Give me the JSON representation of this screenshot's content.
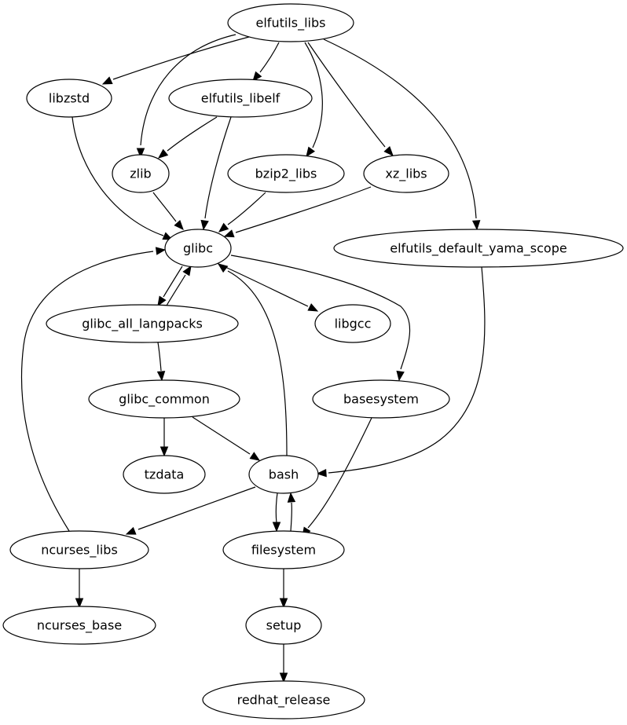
{
  "graph": {
    "type": "directed-dependency-graph",
    "nodes": [
      {
        "id": "elfutils_libs",
        "label": "elfutils_libs"
      },
      {
        "id": "libzstd",
        "label": "libzstd"
      },
      {
        "id": "elfutils_libelf",
        "label": "elfutils_libelf"
      },
      {
        "id": "zlib",
        "label": "zlib"
      },
      {
        "id": "bzip2_libs",
        "label": "bzip2_libs"
      },
      {
        "id": "xz_libs",
        "label": "xz_libs"
      },
      {
        "id": "glibc",
        "label": "glibc"
      },
      {
        "id": "elfutils_default_yama_scope",
        "label": "elfutils_default_yama_scope"
      },
      {
        "id": "glibc_all_langpacks",
        "label": "glibc_all_langpacks"
      },
      {
        "id": "libgcc",
        "label": "libgcc"
      },
      {
        "id": "glibc_common",
        "label": "glibc_common"
      },
      {
        "id": "basesystem",
        "label": "basesystem"
      },
      {
        "id": "tzdata",
        "label": "tzdata"
      },
      {
        "id": "bash",
        "label": "bash"
      },
      {
        "id": "ncurses_libs",
        "label": "ncurses_libs"
      },
      {
        "id": "filesystem",
        "label": "filesystem"
      },
      {
        "id": "ncurses_base",
        "label": "ncurses_base"
      },
      {
        "id": "setup",
        "label": "setup"
      },
      {
        "id": "redhat_release",
        "label": "redhat_release"
      }
    ],
    "edges": [
      {
        "from": "elfutils_libs",
        "to": "libzstd"
      },
      {
        "from": "elfutils_libs",
        "to": "zlib"
      },
      {
        "from": "elfutils_libs",
        "to": "elfutils_libelf"
      },
      {
        "from": "elfutils_libs",
        "to": "bzip2_libs"
      },
      {
        "from": "elfutils_libs",
        "to": "xz_libs"
      },
      {
        "from": "elfutils_libs",
        "to": "elfutils_default_yama_scope"
      },
      {
        "from": "libzstd",
        "to": "glibc"
      },
      {
        "from": "elfutils_libelf",
        "to": "zlib"
      },
      {
        "from": "elfutils_libelf",
        "to": "glibc"
      },
      {
        "from": "zlib",
        "to": "glibc"
      },
      {
        "from": "bzip2_libs",
        "to": "glibc"
      },
      {
        "from": "xz_libs",
        "to": "glibc"
      },
      {
        "from": "glibc",
        "to": "glibc_all_langpacks"
      },
      {
        "from": "glibc_all_langpacks",
        "to": "glibc"
      },
      {
        "from": "glibc",
        "to": "libgcc"
      },
      {
        "from": "glibc",
        "to": "basesystem"
      },
      {
        "from": "glibc_all_langpacks",
        "to": "glibc_common"
      },
      {
        "from": "glibc_common",
        "to": "tzdata"
      },
      {
        "from": "glibc_common",
        "to": "bash"
      },
      {
        "from": "bash",
        "to": "glibc"
      },
      {
        "from": "elfutils_default_yama_scope",
        "to": "bash"
      },
      {
        "from": "basesystem",
        "to": "filesystem"
      },
      {
        "from": "bash",
        "to": "ncurses_libs"
      },
      {
        "from": "bash",
        "to": "filesystem"
      },
      {
        "from": "filesystem",
        "to": "bash"
      },
      {
        "from": "ncurses_libs",
        "to": "glibc"
      },
      {
        "from": "ncurses_libs",
        "to": "ncurses_base"
      },
      {
        "from": "filesystem",
        "to": "setup"
      },
      {
        "from": "setup",
        "to": "redhat_release"
      }
    ]
  }
}
